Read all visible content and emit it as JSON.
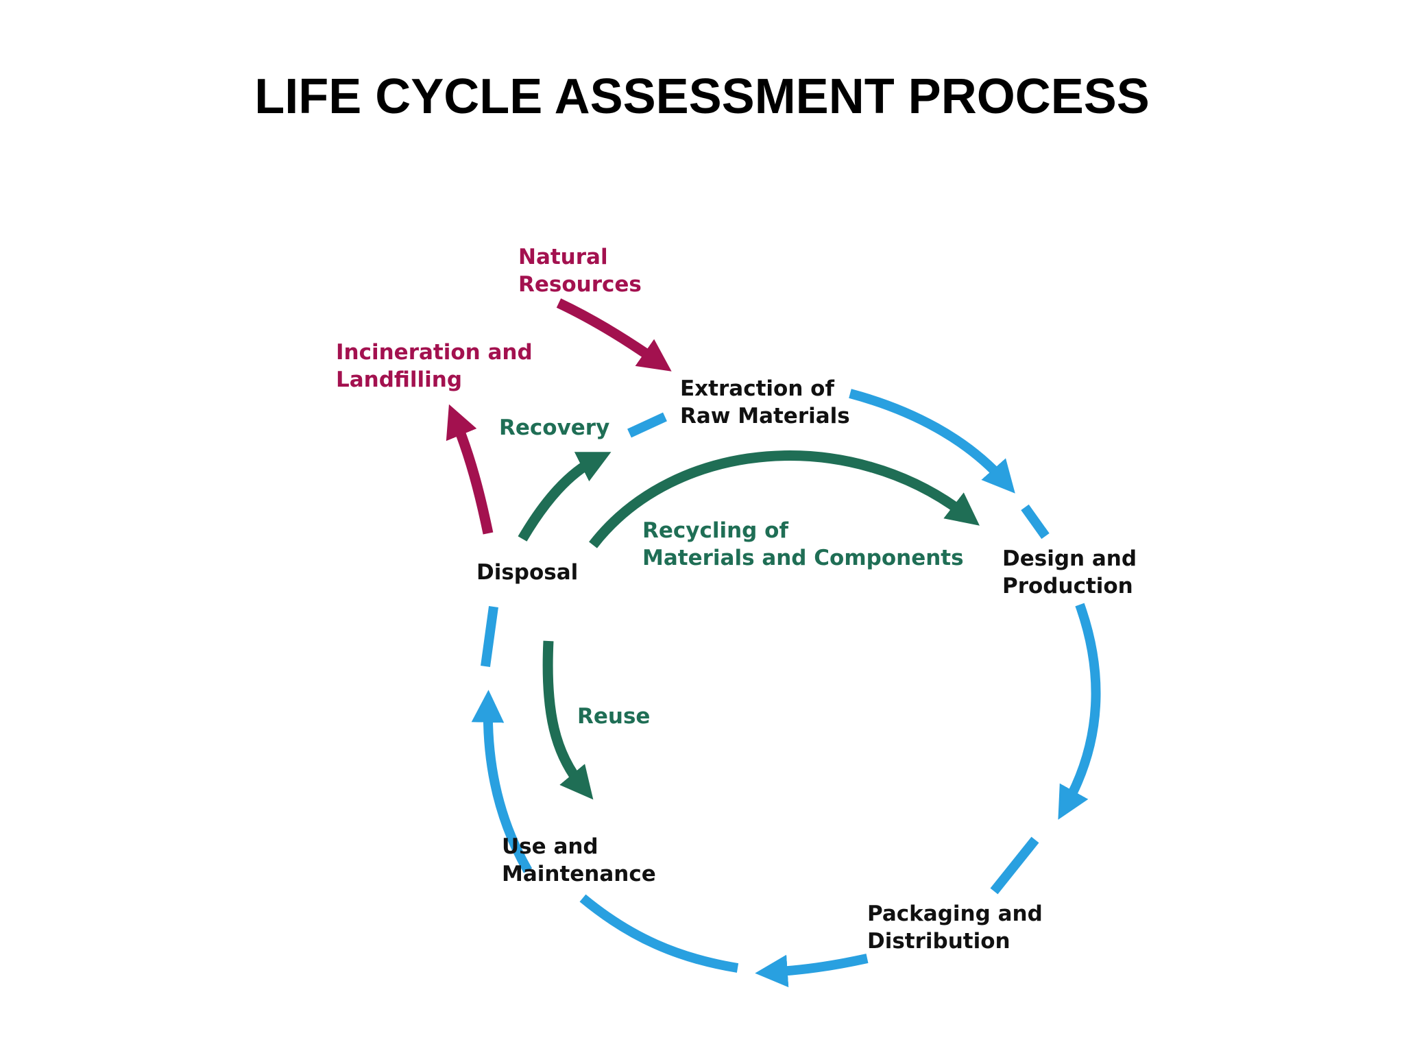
{
  "title": "LIFE CYCLE ASSESSMENT PROCESS",
  "colors": {
    "cycle": "#29a0e0",
    "resources": "#a3114f",
    "loops": "#1f6e55",
    "stage_text": "#111111"
  },
  "stages": {
    "extraction": [
      "Extraction of",
      "Raw Materials"
    ],
    "design": [
      "Design and",
      "Production"
    ],
    "packaging": [
      "Packaging and",
      "Distribution"
    ],
    "use": [
      "Use and",
      "Maintenance"
    ],
    "disposal": [
      "Disposal"
    ]
  },
  "resources": {
    "natural": [
      "Natural",
      "Resources"
    ],
    "incineration": [
      "Incineration and",
      "Landfilling"
    ]
  },
  "loops": {
    "recovery": [
      "Recovery"
    ],
    "recycling": [
      "Recycling of",
      "Materials and Components"
    ],
    "reuse": [
      "Reuse"
    ]
  }
}
